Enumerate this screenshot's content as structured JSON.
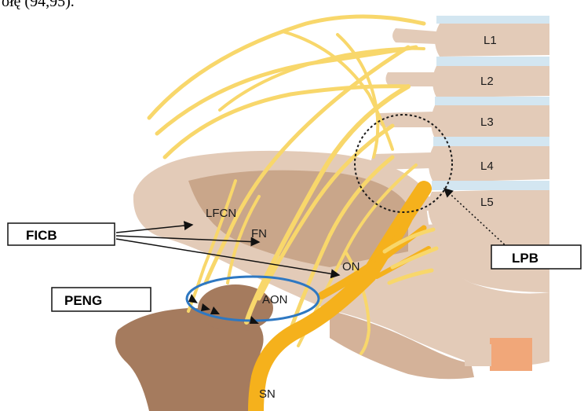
{
  "header_fragment": "ołę (94,95).",
  "vertebrae": [
    "L1",
    "L2",
    "L3",
    "L4",
    "L5"
  ],
  "nerves": {
    "lfcn": "LFCN",
    "fn": "FN",
    "on": "ON",
    "aon": "AON",
    "sn": "SN"
  },
  "blocks": {
    "ficb": "FICB",
    "peng": "PENG",
    "lpb": "LPB"
  },
  "colors": {
    "bone": "#e3cbb8",
    "pelvis_inner": "#c9a68a",
    "femur": "#a57b5e",
    "disc": "#d3e6f1",
    "nerve_light": "#f8d76b",
    "nerve_orange": "#f5b11c",
    "peng_ring": "#2e78c2",
    "tendon": "#f1a779"
  }
}
